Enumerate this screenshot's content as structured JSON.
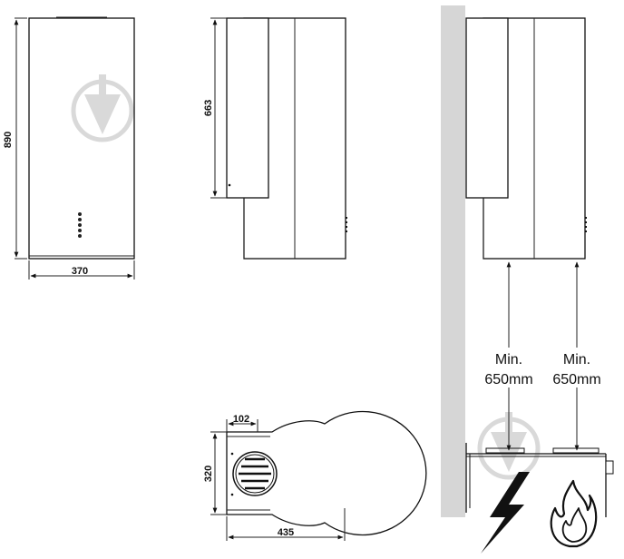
{
  "dimensions": {
    "width_front": "370",
    "height_total": "890",
    "height_chimney": "663",
    "top_outlet_offset": "102",
    "top_depth": "320",
    "top_width": "435"
  },
  "clearance": {
    "left": {
      "line1": "Min.",
      "line2": "650mm"
    },
    "right": {
      "line1": "Min.",
      "line2": "650mm"
    }
  },
  "icons": {
    "watermark": "watermark-logo-icon",
    "electric": "electric-hob-lightning-icon",
    "gas": "gas-hob-flame-icon"
  }
}
